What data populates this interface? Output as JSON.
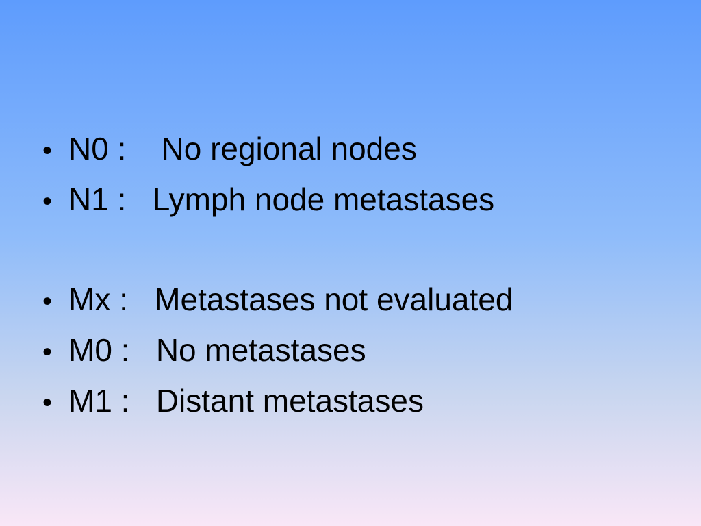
{
  "slide": {
    "bullet_symbol": "•",
    "items": [
      {
        "code": "N0 :    ",
        "text": "No regional nodes"
      },
      {
        "code": "N1 :   ",
        "text": "Lymph node metastases"
      },
      {
        "code": "Mx :   ",
        "text": "Metastases not evaluated"
      },
      {
        "code": "M0 :   ",
        "text": "No metastases"
      },
      {
        "code": "M1 :   ",
        "text": "Distant metastases"
      }
    ]
  }
}
